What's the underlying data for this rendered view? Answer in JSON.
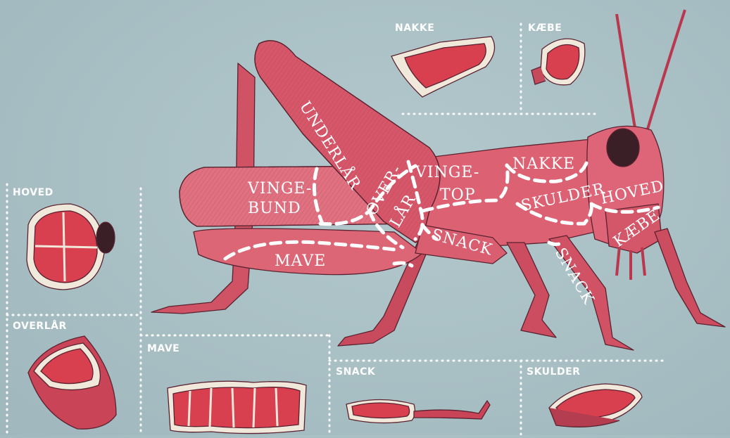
{
  "panel_labels": {
    "nakke": "NAKKE",
    "kaebe": "KÆBE",
    "hoved": "HOVED",
    "overlaar": "OVERLÅR",
    "mave": "MAVE",
    "snack": "SNACK",
    "skulder": "SKULDER"
  },
  "cut_labels": {
    "underlaar": "UNDERLÅR",
    "vinge": "VINGE-",
    "bund": "BUND",
    "over": "OVER-",
    "laar": "LÅR",
    "vinge2": "VINGE-",
    "top": "TOP",
    "nakke": "NAKKE",
    "skulder": "SKULDER",
    "hoved": "HOVED",
    "kaebe": "KÆBE",
    "mave": "MAVE",
    "snack1": "SNACK",
    "snack2": "SNACK"
  },
  "colors": {
    "background": "#a8bfc4",
    "body": "#d9596a",
    "body_dark": "#b53d50",
    "meat": "#d63a4a",
    "fat": "#f3ebe0",
    "dotted_line": "#ffffff"
  }
}
